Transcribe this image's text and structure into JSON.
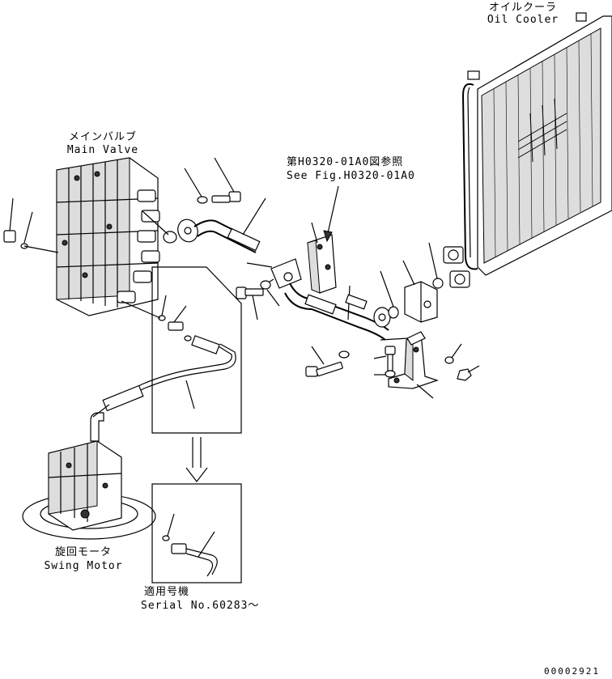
{
  "labels": {
    "oil_cooler_jp": "オイルクーラ",
    "oil_cooler_en": "Oil Cooler",
    "main_valve_jp": "メインバルブ",
    "main_valve_en": "Main Valve",
    "ref_fig_jp": "第H0320-01A0図参照",
    "ref_fig_en": "See Fig.H0320-01A0",
    "swing_motor_jp": "旋回モータ",
    "swing_motor_en": "Swing Motor",
    "serial_jp": "適用号機",
    "serial_en": "Serial No.60283～",
    "drawing_number": "00002921"
  }
}
